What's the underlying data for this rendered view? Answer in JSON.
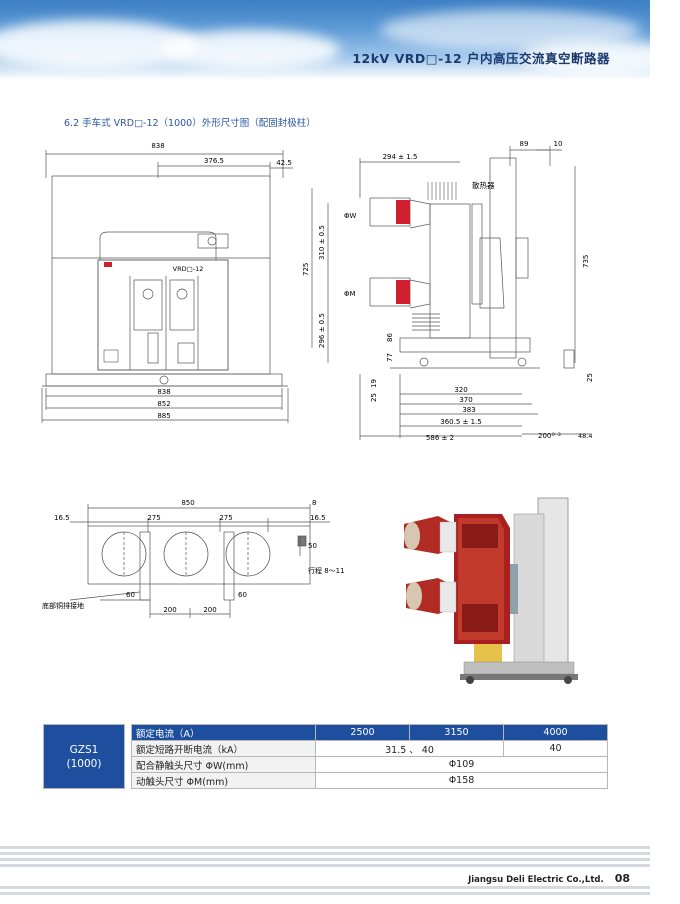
{
  "header": {
    "title": "12kV VRD□-12 户内高压交流真空断路器"
  },
  "section_title": "6.2 手车式 VRD□-12（1000）外形尺寸图（配固封极柱）",
  "front_view": {
    "dim_838_top": "838",
    "dim_376_5": "376.5",
    "dim_42_5": "42.5",
    "panel_label": "VRD□-12",
    "dim_838": "838",
    "dim_852": "852",
    "dim_885": "885"
  },
  "side_view": {
    "dim_294": "294 ± 1.5",
    "dim_89": "89",
    "dim_10": "10",
    "heatsink_label": "散热器",
    "label_phi_w": "ΦW",
    "label_phi_m": "ΦM",
    "dim_725": "725",
    "dim_310": "310 ± 0.5",
    "dim_296": "296 ± 0.5",
    "dim_735": "735",
    "dim_86": "86",
    "dim_77": "77",
    "dim_19": "19",
    "dim_25a": "25",
    "dim_320": "320",
    "dim_370": "370",
    "dim_383": "383",
    "dim_360_5": "360.5 ± 1.5",
    "dim_586": "586 ± 2",
    "dim_200": "200",
    "dim_200_sub": "0 -3",
    "dim_48_4": "48.4",
    "dim_25b": "25"
  },
  "top_view": {
    "dim_850": "850",
    "dim_8": "8",
    "dim_16_5_left": "16.5",
    "dim_275_a": "275",
    "dim_275_b": "275",
    "dim_16_5_right": "16.5",
    "dim_50": "50",
    "stroke_label": "行程 8～11",
    "copper_label": "底部铜排接地",
    "dim_60_a": "60",
    "dim_60_b": "60",
    "dim_200_a": "200",
    "dim_200_b": "200"
  },
  "spec_table": {
    "model_line1": "GZS1",
    "model_line2": "(1000)",
    "rows": [
      {
        "label": "额定电流（A）",
        "values": [
          "2500",
          "3150",
          "4000"
        ]
      },
      {
        "label": "额定短路开断电流（kA）",
        "values": [
          "31.5 、 40",
          "40"
        ]
      },
      {
        "label": "配合静触头尺寸 ΦW(mm)",
        "values": [
          "Φ109"
        ]
      },
      {
        "label": "动触头尺寸 ΦM(mm)",
        "values": [
          "Φ158"
        ]
      }
    ]
  },
  "footer": {
    "company": "Jiangsu Deli Electric Co.,Ltd.",
    "page": "08"
  },
  "colors": {
    "accent_blue": "#1e4f9e",
    "drawing_red": "#d02030",
    "photo_red": "#a8201f"
  }
}
